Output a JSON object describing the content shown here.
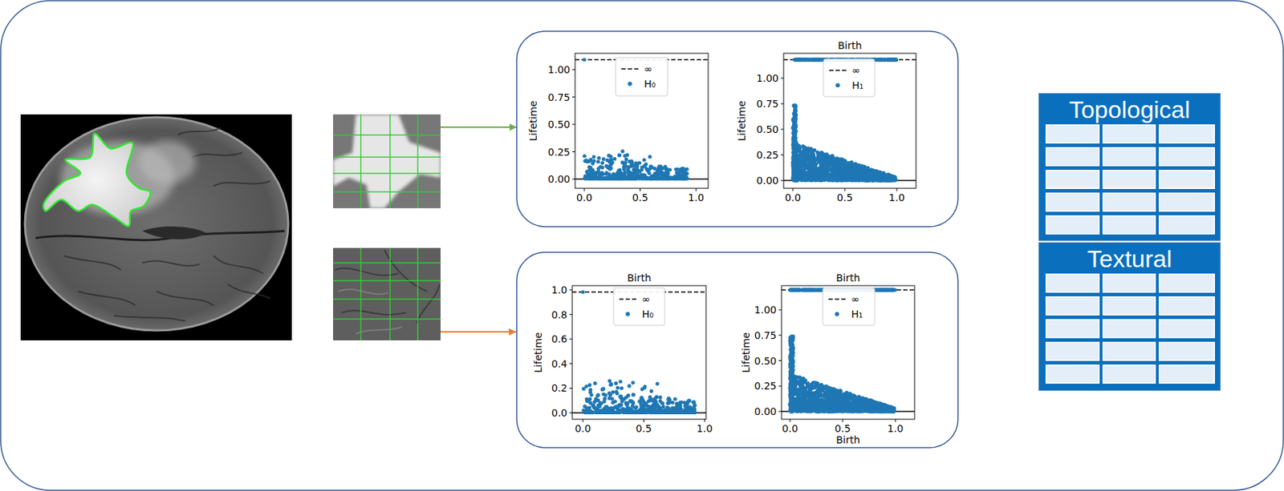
{
  "diagram": {
    "nodes": [
      {
        "text": [
          "Topological"
        ]
      },
      {
        "text": [
          "Textural"
        ]
      }
    ],
    "labels": [
      "Lifetime",
      "1.00",
      "0.75",
      "0.50",
      "0.25",
      "0.00",
      "0.0",
      "0.5",
      "1.0",
      "Birth",
      "Lifetime",
      "1.00",
      "0.75",
      "0.50",
      "0.25",
      "0.00",
      "0.0",
      "0.5",
      "1.0",
      "Birth",
      "Lifetime",
      "1.0",
      "0.8",
      "0.6",
      "0.4",
      "0.2",
      "0.0",
      "0.0",
      "0.5",
      "1.0",
      "Birth",
      "Lifetime",
      "1.00",
      "0.75",
      "0.50",
      "0.25",
      "0.00",
      "0.0",
      "0.5",
      "1.0",
      "Birth"
    ],
    "legend": [
      {
        "text": "∞"
      },
      {
        "text": "H₀"
      },
      {
        "text": "∞"
      },
      {
        "text": "H₁"
      },
      {
        "text": "∞"
      },
      {
        "text": "H₀"
      },
      {
        "text": "∞"
      },
      {
        "text": "H₁"
      }
    ]
  }
}
